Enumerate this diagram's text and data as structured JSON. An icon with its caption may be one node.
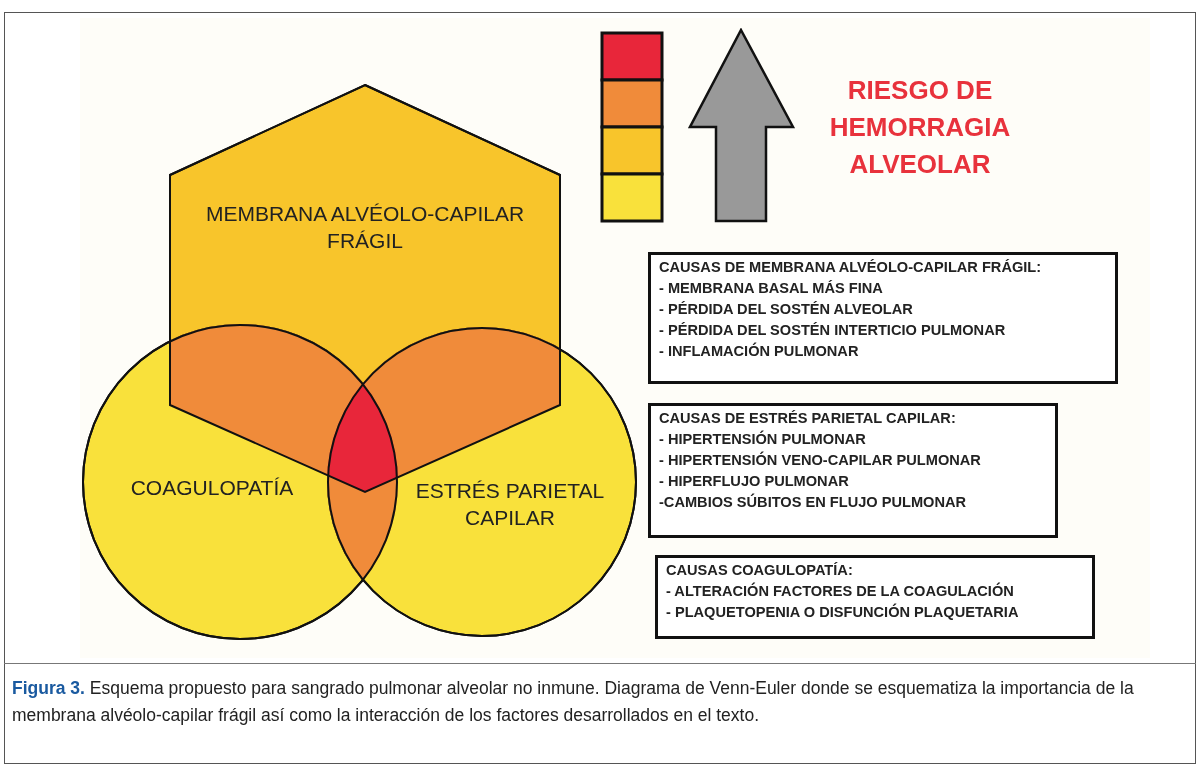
{
  "diagram": {
    "caption": "**Figura 3.** Esquema propuesto para sangrado pulmonar alveolar no inmune. Diagrama de Venn-Euler donde se esquematiza la importancia de la membrana alvéolo-capilar frágil así como la interacción de los factores desarrollados en el texto.",
    "nodes": [
      {
        "text": [
          "MEMBRANA ALVÉOLO-CAPILAR FRÁGIL"
        ]
      },
      {
        "text": [
          "COAGULOPATÍA"
        ]
      },
      {
        "text": [
          "ESTRÉS PARIETAL CAPILAR"
        ]
      },
      {
        "text": [
          "CAUSAS DE MEMBRANA ALVÉOLO-CAPILAR FRÁGIL:",
          "- MEMBRANA BASAL MÁS FINA",
          "- PÉRDIDA DEL SOSTÉN ALVEOLAR",
          "- PÉRDIDA DEL SOSTÉN INTERTICIO PULMONAR",
          "- INFLAMACIÓN PULMONAR"
        ]
      },
      {
        "text": [
          "CAUSAS DE ESTRÉS PARIETAL CAPILAR:",
          "- HIPERTENSIÓN PULMONAR",
          "- HIPERTENSIÓN VENO-CAPILAR PULMONAR",
          "- HIPERFLUJO PULMONAR",
          "-CAMBIOS SÚBITOS EN FLUJO PULMONAR"
        ]
      },
      {
        "text": [
          "CAUSAS  COAGULOPATÍA:",
          "- ALTERACIÓN FACTORES DE LA COAGULACIÓN",
          "- PLAQUETOPENIA O DISFUNCIÓN PLAQUETARIA"
        ]
      }
    ],
    "edges": [],
    "labels": [
      "RIESGO DE HEMORRAGIA ALVEOLAR"
    ]
  }
}
